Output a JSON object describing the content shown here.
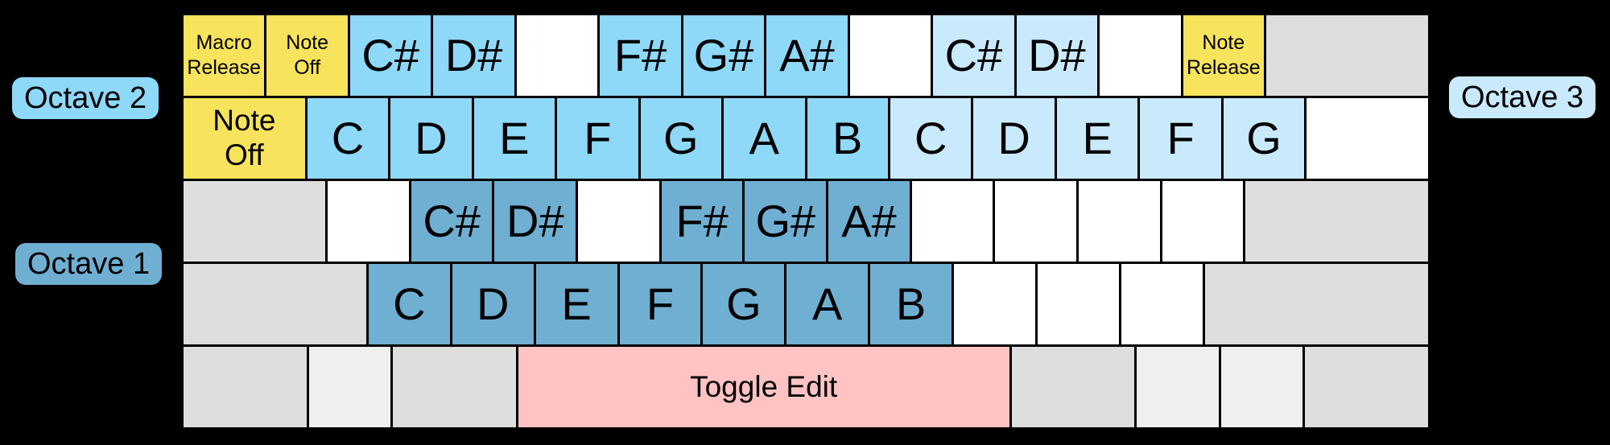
{
  "colors": {
    "background": "#000000",
    "separator": "#000000",
    "text": "#000000",
    "yellow": "#F7E35C",
    "sky": "#8ED8F8",
    "light": "#C9E9FC",
    "steel": "#6FAFD2",
    "white": "#FFFFFF",
    "gray": "#DEDEDE",
    "lightgray": "#EFEFEF",
    "pink": "#FFC3C4"
  },
  "badges": [
    {
      "id": "octave-2",
      "label": "Octave 2",
      "color": "sky"
    },
    {
      "id": "octave-1",
      "label": "Octave 1",
      "color": "steel"
    },
    {
      "id": "octave-3",
      "label": "Octave 3",
      "color": "light"
    }
  ],
  "keyboard": {
    "rows": [
      {
        "keys": [
          {
            "label": "Macro\nRelease",
            "color": "yellow",
            "size": "sm"
          },
          {
            "label": "Note\nOff",
            "color": "yellow",
            "size": "sm"
          },
          {
            "label": "C#",
            "color": "sky",
            "size": "lg"
          },
          {
            "label": "D#",
            "color": "sky",
            "size": "lg"
          },
          {
            "label": "",
            "color": "white"
          },
          {
            "label": "F#",
            "color": "sky",
            "size": "lg"
          },
          {
            "label": "G#",
            "color": "sky",
            "size": "lg"
          },
          {
            "label": "A#",
            "color": "sky",
            "size": "lg"
          },
          {
            "label": "",
            "color": "white"
          },
          {
            "label": "C#",
            "color": "light",
            "size": "lg"
          },
          {
            "label": "D#",
            "color": "light",
            "size": "lg"
          },
          {
            "label": "",
            "color": "white"
          },
          {
            "label": "Note\nRelease",
            "color": "yellow",
            "size": "sm"
          },
          {
            "label": "",
            "color": "gray"
          }
        ]
      },
      {
        "keys": [
          {
            "label": "Note\nOff",
            "color": "yellow",
            "size": "md"
          },
          {
            "label": "C",
            "color": "sky",
            "size": "lg"
          },
          {
            "label": "D",
            "color": "sky",
            "size": "lg"
          },
          {
            "label": "E",
            "color": "sky",
            "size": "lg"
          },
          {
            "label": "F",
            "color": "sky",
            "size": "lg"
          },
          {
            "label": "G",
            "color": "sky",
            "size": "lg"
          },
          {
            "label": "A",
            "color": "sky",
            "size": "lg"
          },
          {
            "label": "B",
            "color": "sky",
            "size": "lg"
          },
          {
            "label": "C",
            "color": "light",
            "size": "lg"
          },
          {
            "label": "D",
            "color": "light",
            "size": "lg"
          },
          {
            "label": "E",
            "color": "light",
            "size": "lg"
          },
          {
            "label": "F",
            "color": "light",
            "size": "lg"
          },
          {
            "label": "G",
            "color": "light",
            "size": "lg"
          },
          {
            "label": "",
            "color": "white"
          }
        ]
      },
      {
        "keys": [
          {
            "label": "",
            "color": "gray"
          },
          {
            "label": "",
            "color": "white"
          },
          {
            "label": "C#",
            "color": "steel",
            "size": "lg"
          },
          {
            "label": "D#",
            "color": "steel",
            "size": "lg"
          },
          {
            "label": "",
            "color": "white"
          },
          {
            "label": "F#",
            "color": "steel",
            "size": "lg"
          },
          {
            "label": "G#",
            "color": "steel",
            "size": "lg"
          },
          {
            "label": "A#",
            "color": "steel",
            "size": "lg"
          },
          {
            "label": "",
            "color": "white"
          },
          {
            "label": "",
            "color": "white"
          },
          {
            "label": "",
            "color": "white"
          },
          {
            "label": "",
            "color": "white"
          },
          {
            "label": "",
            "color": "gray"
          }
        ]
      },
      {
        "keys": [
          {
            "label": "",
            "color": "gray"
          },
          {
            "label": "C",
            "color": "steel",
            "size": "lg"
          },
          {
            "label": "D",
            "color": "steel",
            "size": "lg"
          },
          {
            "label": "E",
            "color": "steel",
            "size": "lg"
          },
          {
            "label": "F",
            "color": "steel",
            "size": "lg"
          },
          {
            "label": "G",
            "color": "steel",
            "size": "lg"
          },
          {
            "label": "A",
            "color": "steel",
            "size": "lg"
          },
          {
            "label": "B",
            "color": "steel",
            "size": "lg"
          },
          {
            "label": "",
            "color": "white"
          },
          {
            "label": "",
            "color": "white"
          },
          {
            "label": "",
            "color": "white"
          },
          {
            "label": "",
            "color": "gray"
          }
        ]
      },
      {
        "keys": [
          {
            "label": "",
            "color": "gray"
          },
          {
            "label": "",
            "color": "lightgray"
          },
          {
            "label": "",
            "color": "gray"
          },
          {
            "label": "Toggle Edit",
            "color": "pink",
            "size": "md"
          },
          {
            "label": "",
            "color": "gray"
          },
          {
            "label": "",
            "color": "lightgray"
          },
          {
            "label": "",
            "color": "lightgray"
          },
          {
            "label": "",
            "color": "gray"
          }
        ]
      }
    ]
  }
}
